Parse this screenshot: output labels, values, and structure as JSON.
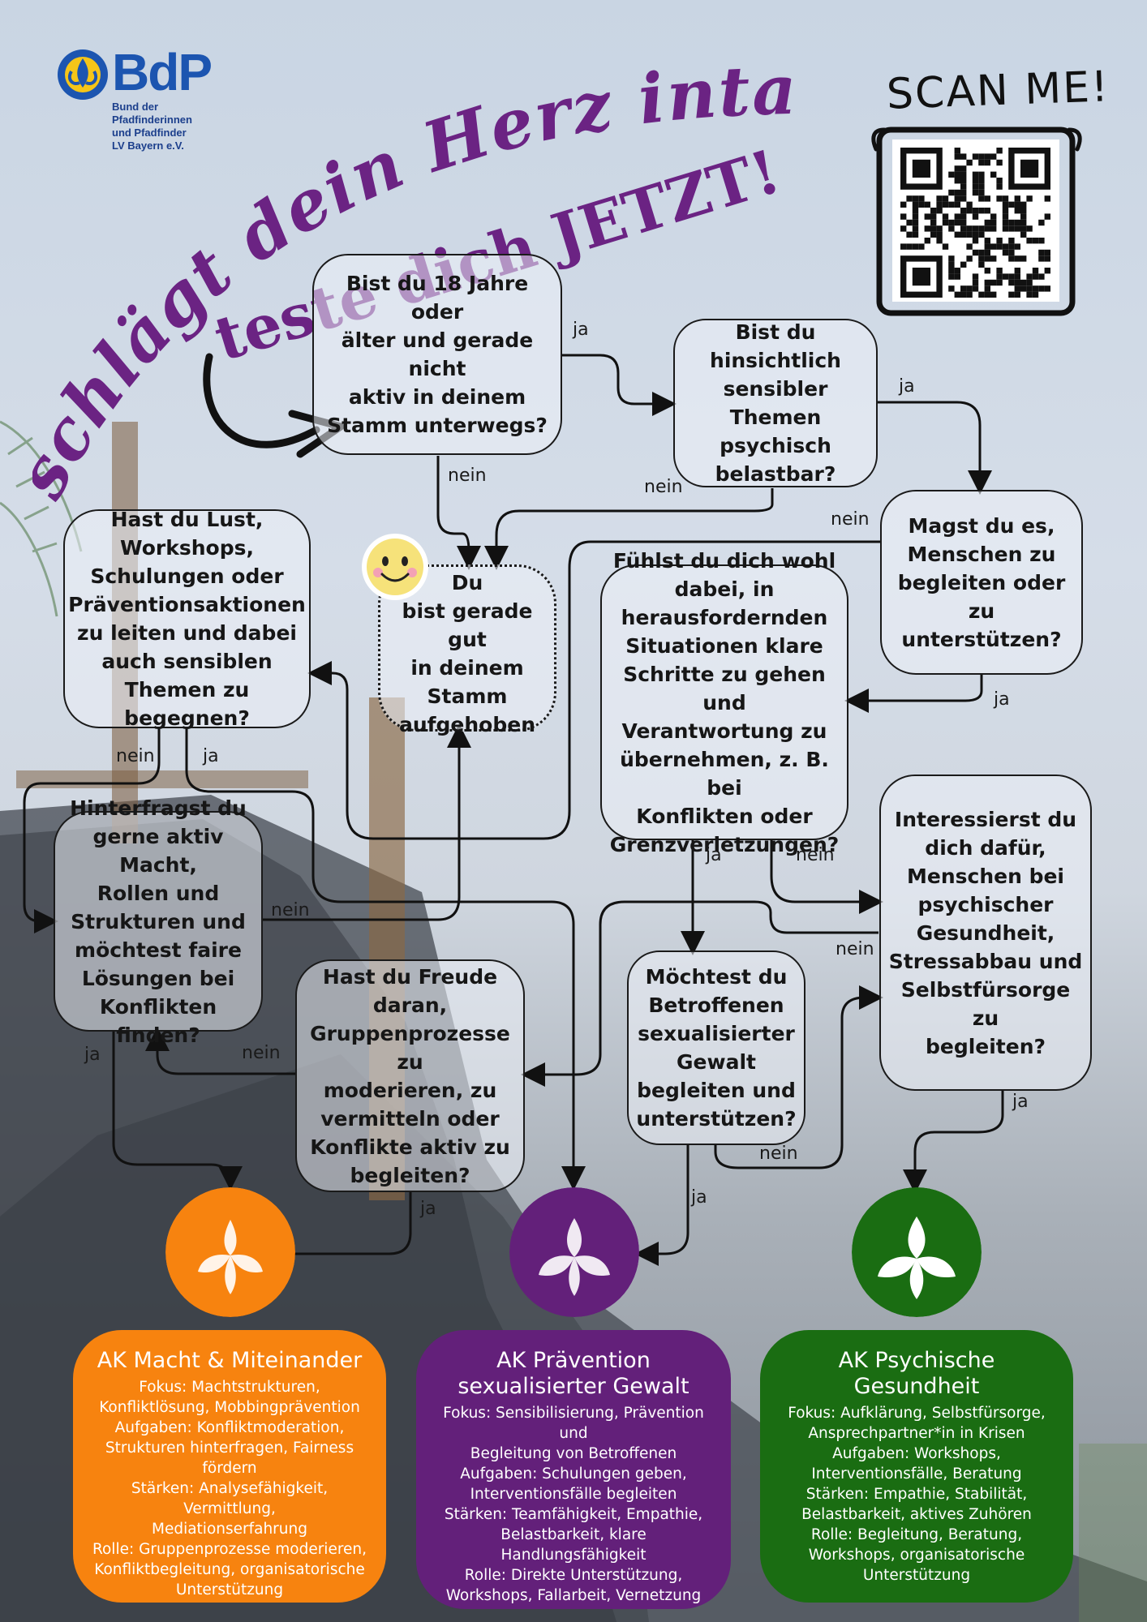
{
  "colors": {
    "title_purple": "#6b2383",
    "orange": "#f7830f",
    "purple": "#63207a",
    "green": "#1a6d12",
    "line": "#111111"
  },
  "logo": {
    "name": "BdP",
    "subtitle_lines": [
      "Bund der",
      "Pfadfinderinnen",
      "und Pfadfinder",
      "LV Bayern e.V."
    ]
  },
  "title": {
    "line1": "schlägt dein Herz intakt?",
    "line2": "teste dich JETZT!"
  },
  "qr": {
    "label": "SCAN ME!"
  },
  "questions": {
    "q1": [
      "Bist du 18 Jahre oder",
      "älter und gerade nicht",
      "aktiv in deinem",
      "Stamm unterwegs?"
    ],
    "q2": [
      "Bist du",
      "hinsichtlich",
      "sensibler Themen",
      "psychisch",
      "belastbar?"
    ],
    "q3": [
      "Magst du es,",
      "Menschen zu",
      "begleiten oder zu",
      "unterstützen?"
    ],
    "q4": [
      "Hast du Lust,",
      "Workshops,",
      "Schulungen oder",
      "Präventionsaktionen",
      "zu leiten und dabei",
      "auch sensiblen",
      "Themen zu begegnen?"
    ],
    "q5": [
      "Fühlst du dich wohl",
      "dabei, in",
      "herausfordernden",
      "Situationen klare",
      "Schritte zu gehen und",
      "Verantwortung zu",
      "übernehmen, z. B. bei",
      "Konflikten oder",
      "Grenzverletzungen?"
    ],
    "q6": [
      "Interessierst du",
      "dich dafür,",
      "Menschen bei",
      "psychischer",
      "Gesundheit,",
      "Stressabbau und",
      "Selbstfürsorge zu",
      "begleiten?"
    ],
    "q7": [
      "Hinterfragst du",
      "gerne aktiv Macht,",
      "Rollen und",
      "Strukturen und",
      "möchtest faire",
      "Lösungen bei",
      "Konflikten finden?"
    ],
    "q8": [
      "Hast du Freude",
      "daran,",
      "Gruppenprozesse zu",
      "moderieren, zu",
      "vermitteln oder",
      "Konflikte aktiv zu",
      "begleiten?"
    ],
    "q9": [
      "Möchtest du",
      "Betroffenen",
      "sexualisierter",
      "Gewalt",
      "begleiten und",
      "unterstützen?"
    ],
    "stay": [
      "Du",
      "bist gerade gut",
      "in deinem",
      "Stamm",
      "aufgehoben"
    ]
  },
  "edge_labels": {
    "yes": "ja",
    "no": "nein"
  },
  "cards": {
    "orange": {
      "title": "AK Macht & Miteinander",
      "lines": [
        "Fokus: Machtstrukturen,",
        "Konfliktlösung, Mobbingprävention",
        "Aufgaben: Konfliktmoderation,",
        "Strukturen hinterfragen, Fairness",
        "fördern",
        "Stärken: Analysefähigkeit, Vermittlung,",
        "Mediationserfahrung",
        "Rolle: Gruppenprozesse moderieren,",
        "Konfliktbegleitung, organisatorische",
        "Unterstützung"
      ]
    },
    "purple": {
      "title": "AK Prävention sexualisierter Gewalt",
      "lines": [
        "Fokus: Sensibilisierung, Prävention und",
        "Begleitung von Betroffenen",
        "Aufgaben: Schulungen geben,",
        "Interventionsfälle begleiten",
        "Stärken: Teamfähigkeit, Empathie,",
        "Belastbarkeit, klare Handlungsfähigkeit",
        "Rolle: Direkte Unterstützung,",
        "Workshops, Fallarbeit, Vernetzung"
      ]
    },
    "green": {
      "title": "AK Psychische Gesundheit",
      "lines": [
        "Fokus: Aufklärung, Selbstfürsorge,",
        "Ansprechpartner*in in Krisen",
        "Aufgaben: Workshops,",
        "Interventionsfälle, Beratung",
        "Stärken: Empathie, Stabilität,",
        "Belastbarkeit, aktives Zuhören",
        "Rolle: Begleitung, Beratung,",
        "Workshops, organisatorische",
        "Unterstützung"
      ]
    }
  }
}
